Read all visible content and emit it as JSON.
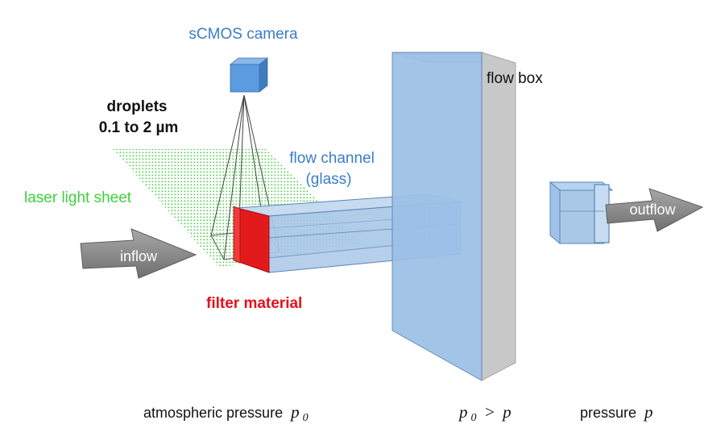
{
  "labels": {
    "camera": "sCMOS camera",
    "droplets_line1": "droplets",
    "droplets_line2": "0.1 to 2 µm",
    "flow_channel_line1": "flow channel",
    "flow_channel_line2": "(glass)",
    "laser": "laser light sheet",
    "inflow": "inflow",
    "outflow": "outflow",
    "flow_box": "flow box",
    "filter": "filter material",
    "atm_pressure_text": "atmospheric pressure",
    "atm_pressure_var": "p",
    "atm_pressure_sub": "0",
    "relation_var1": "p",
    "relation_sub": "0",
    "relation_op": " > ",
    "relation_var2": "p",
    "pressure_text": "pressure",
    "pressure_var": "p"
  },
  "colors": {
    "blue_label": "#3a7dc9",
    "green_label": "#3cd23c",
    "red_label": "#e8101a",
    "black_label": "#111111",
    "glass_fill": "#a9c8e8",
    "glass_edge": "#5b86b8",
    "box_gray": "#c8c8c8",
    "box_blue": "#9cc0e6",
    "laser_dot": "#37c837",
    "filter_red": "#e31a1c",
    "arrow_gray": "#8c8c8c",
    "camera_blue": "#4f8fd3"
  }
}
